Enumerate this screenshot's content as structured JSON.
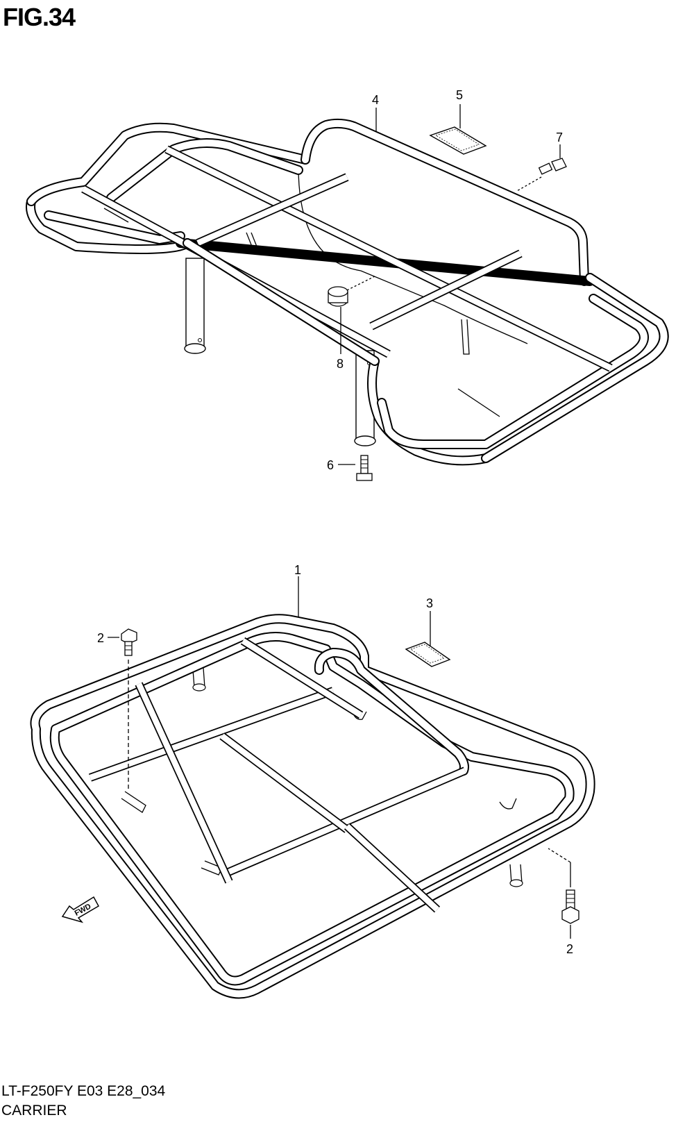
{
  "figure": {
    "title": "FIG.34"
  },
  "callouts": {
    "c1": "1",
    "c2a": "2",
    "c2b": "2",
    "c3": "3",
    "c4": "4",
    "c5": "5",
    "c6": "6",
    "c7": "7",
    "c8": "8"
  },
  "fwd_label": "FWD",
  "footer": {
    "code": "LT-F250FY E03 E28_034",
    "name": "CARRIER"
  }
}
